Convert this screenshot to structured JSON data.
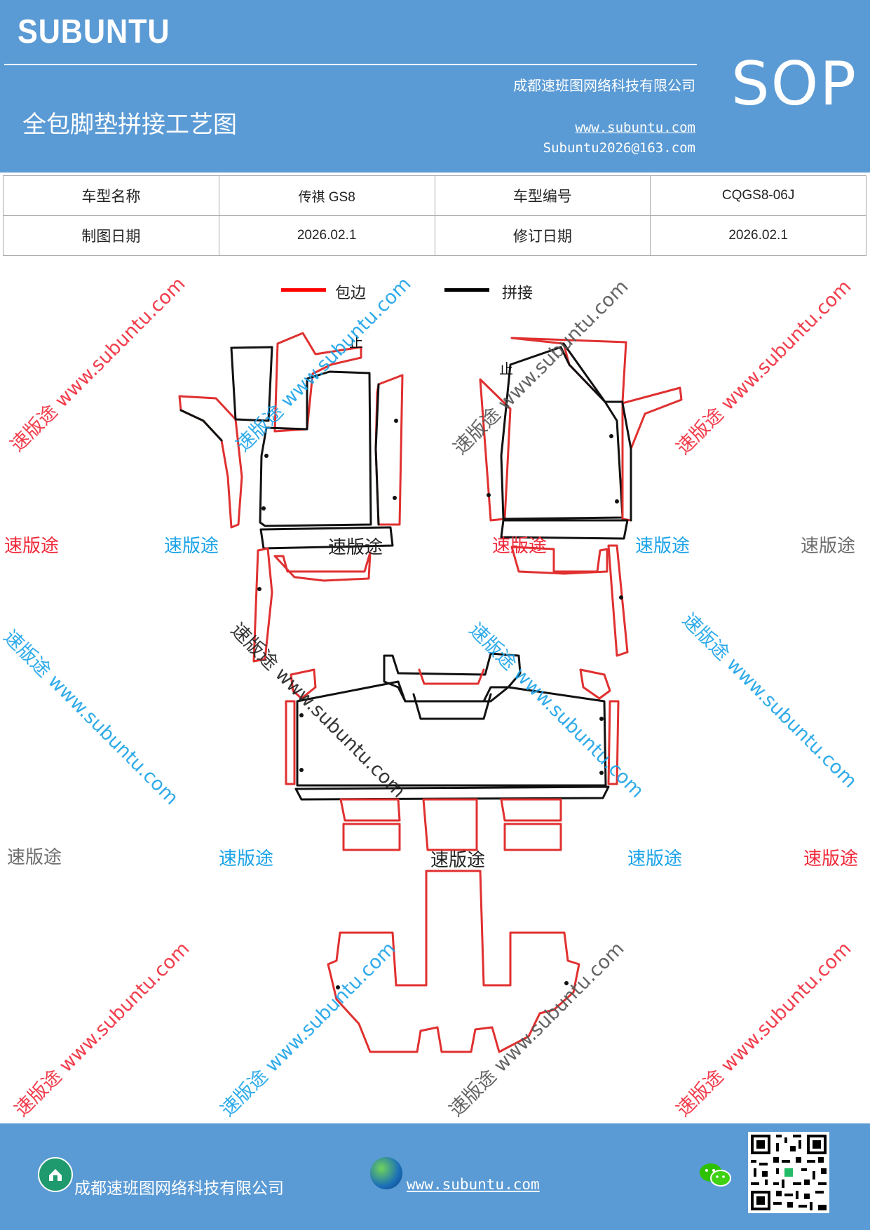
{
  "header": {
    "brand": "SUBUNTU",
    "company": "成都速班图网络科技有限公司",
    "title": "全包脚垫拼接工艺图",
    "website": "www.subuntu.com",
    "email": "Subuntu2026@163.com",
    "badge": "SOP"
  },
  "info_table": {
    "model_name_label": "车型名称",
    "model_name_value": "传祺 GS8",
    "model_code_label": "车型编号",
    "model_code_value": "CQGS8-06J",
    "draw_date_label": "制图日期",
    "draw_date_value": "2026.02.1",
    "revise_date_label": "修订日期",
    "revise_date_value": "2026.02.1"
  },
  "legend": {
    "edge_label": "包边",
    "edge_color": "#ff0000",
    "join_label": "拼接",
    "join_color": "#000000"
  },
  "diagram": {
    "watermark_short": "速版途",
    "watermark_long": "速版途 www.subuntu.com",
    "watermark_domain": "www.subuntu.com",
    "stop_mark": "止",
    "colors": {
      "edge": "#e03030",
      "join": "#111111",
      "wm_red": "#f02a3a",
      "wm_blue": "#1aa3e8",
      "wm_gray": "#6d6d6d"
    }
  },
  "footer": {
    "company": "成都速班图网络科技有限公司",
    "website": "www.subuntu.com",
    "icons": [
      "home-icon",
      "globe-icon",
      "wechat-icon",
      "qr-code"
    ]
  }
}
